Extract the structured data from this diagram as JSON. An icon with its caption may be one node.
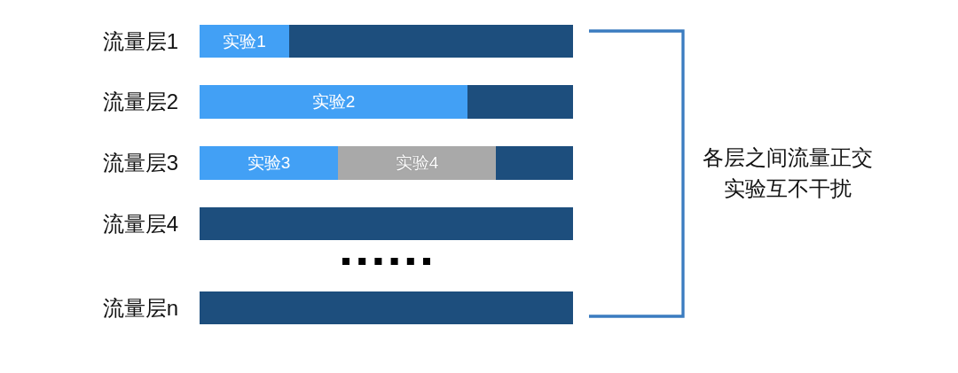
{
  "diagram": {
    "nodes": [
      {
        "text": [
          "流量层1"
        ]
      },
      {
        "text": [
          "实验1"
        ],
        "in": 0
      },
      {
        "text": [
          "流量层2"
        ]
      },
      {
        "text": [
          "实验2"
        ],
        "in": 2
      },
      {
        "text": [
          "流量层3"
        ]
      },
      {
        "text": [
          "实验3"
        ],
        "in": 4
      },
      {
        "text": [
          "实验4"
        ],
        "in": 4
      },
      {
        "text": [
          "流量层4"
        ]
      },
      {
        "text": [
          "流量层n"
        ]
      }
    ],
    "labels": [
      "各层之间流量正交实验互不干扰"
    ]
  }
}
